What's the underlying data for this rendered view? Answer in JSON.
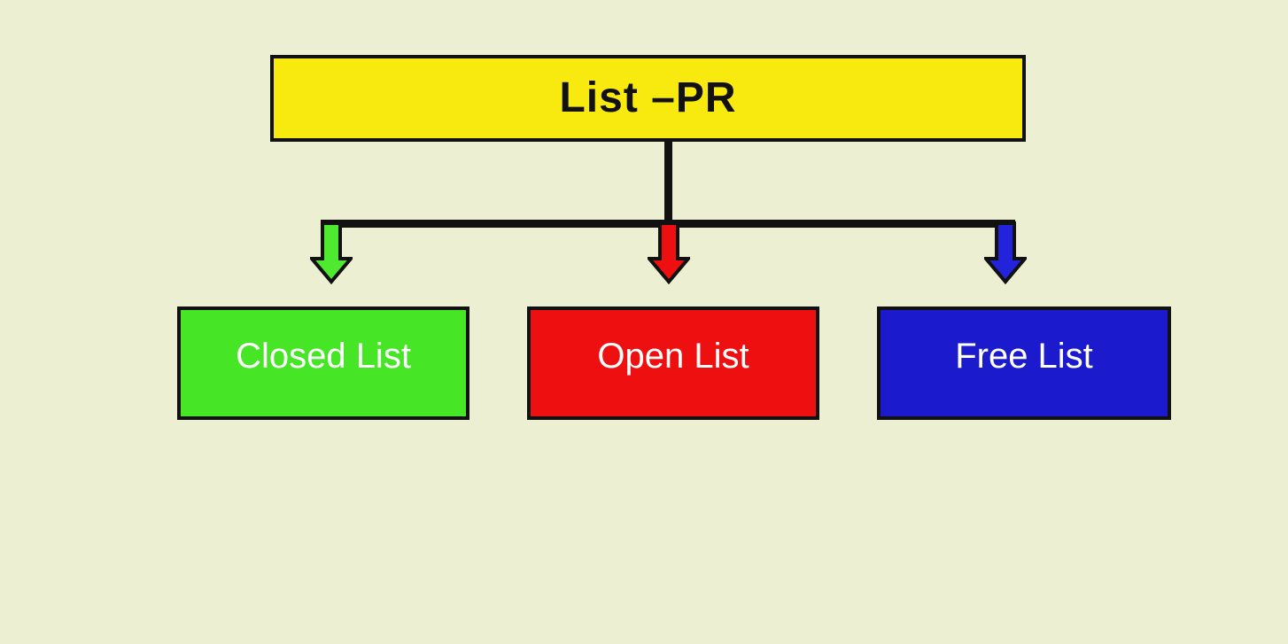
{
  "canvas": {
    "background": "#ECEFD2",
    "line_color": "#111111"
  },
  "root_node": {
    "label": "List –PR",
    "fill": "#F8E90F",
    "text_color": "#111111"
  },
  "nodes": [
    {
      "id": "closed-list",
      "label": "Closed List",
      "fill": "#46E627",
      "arrow_fill": "#4FE930",
      "text_color": "#FFFFFF"
    },
    {
      "id": "open-list",
      "label": "Open List",
      "fill": "#EE1010",
      "arrow_fill": "#EE1010",
      "text_color": "#FFFFFF"
    },
    {
      "id": "free-list",
      "label": "Free List",
      "fill": "#1B1BCD",
      "arrow_fill": "#2323DC",
      "text_color": "#FFFFFF"
    }
  ]
}
